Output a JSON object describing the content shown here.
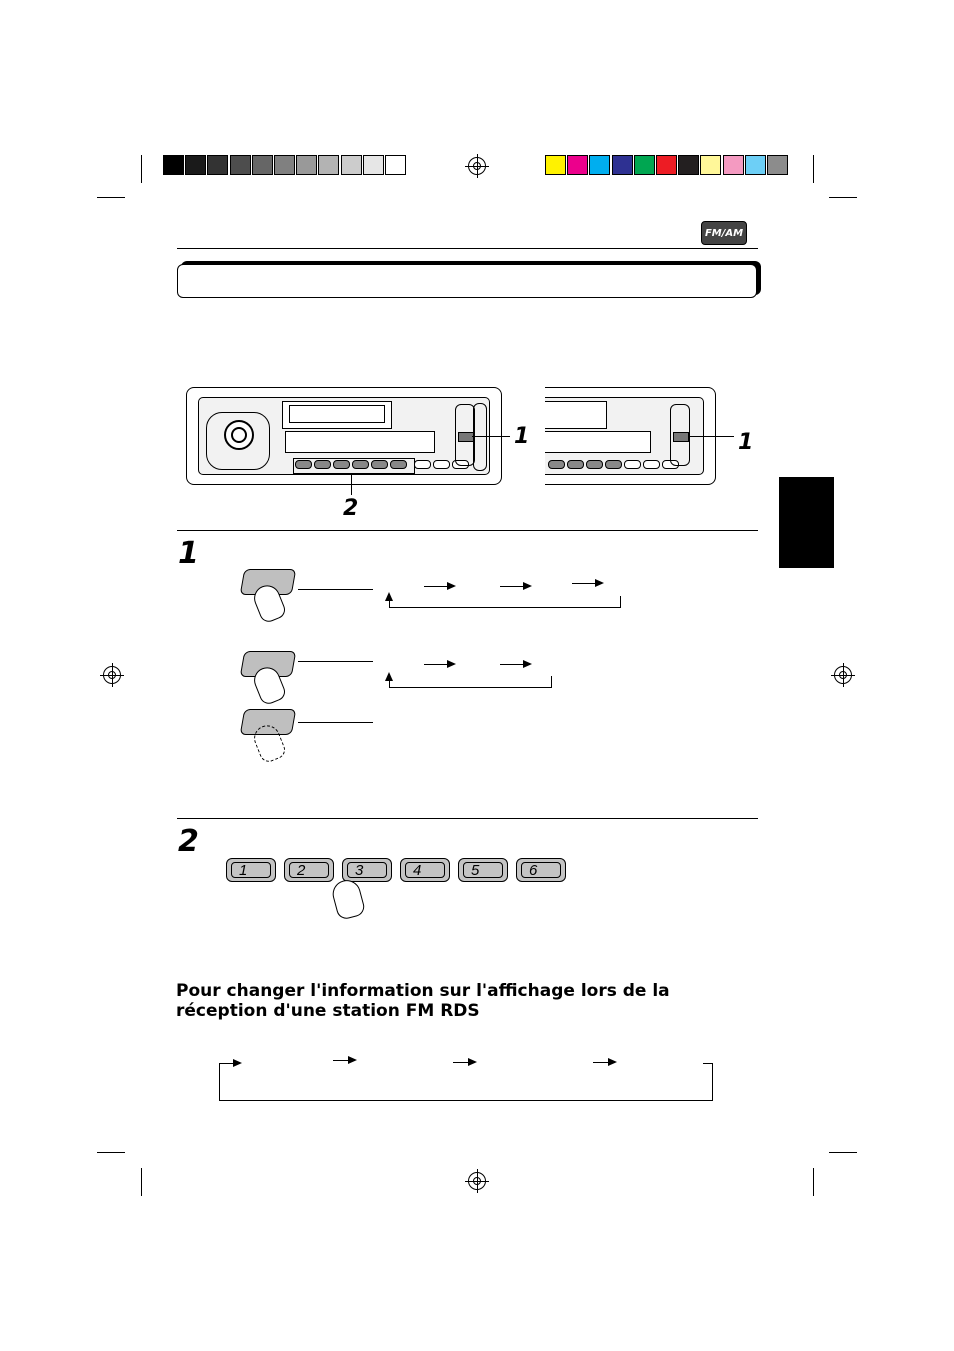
{
  "header": {
    "badge_label": "FM/AM"
  },
  "callouts": {
    "preset_buttons": "2",
    "mode_button_left": "1",
    "mode_button_right": "1"
  },
  "steps": [
    {
      "number": "1"
    },
    {
      "number": "2"
    }
  ],
  "preset_keys": [
    "1",
    "2",
    "3",
    "4",
    "5",
    "6"
  ],
  "section_heading": "Pour changer l'information sur l'affichage lors de la réception d'une station FM RDS",
  "colors": {
    "gray_bars": [
      "#000000",
      "#1a1a1a",
      "#333333",
      "#4d4d4d",
      "#666666",
      "#808080",
      "#999999",
      "#b3b3b3",
      "#cccccc",
      "#e6e6e6",
      "#ffffff"
    ],
    "color_bars": [
      "#fff200",
      "#ec008c",
      "#00aeef",
      "#2e3192",
      "#00a651",
      "#ed1c24",
      "#231f20",
      "#fff799",
      "#f49ac1",
      "#6dcff6",
      "#8c8c8c"
    ]
  }
}
